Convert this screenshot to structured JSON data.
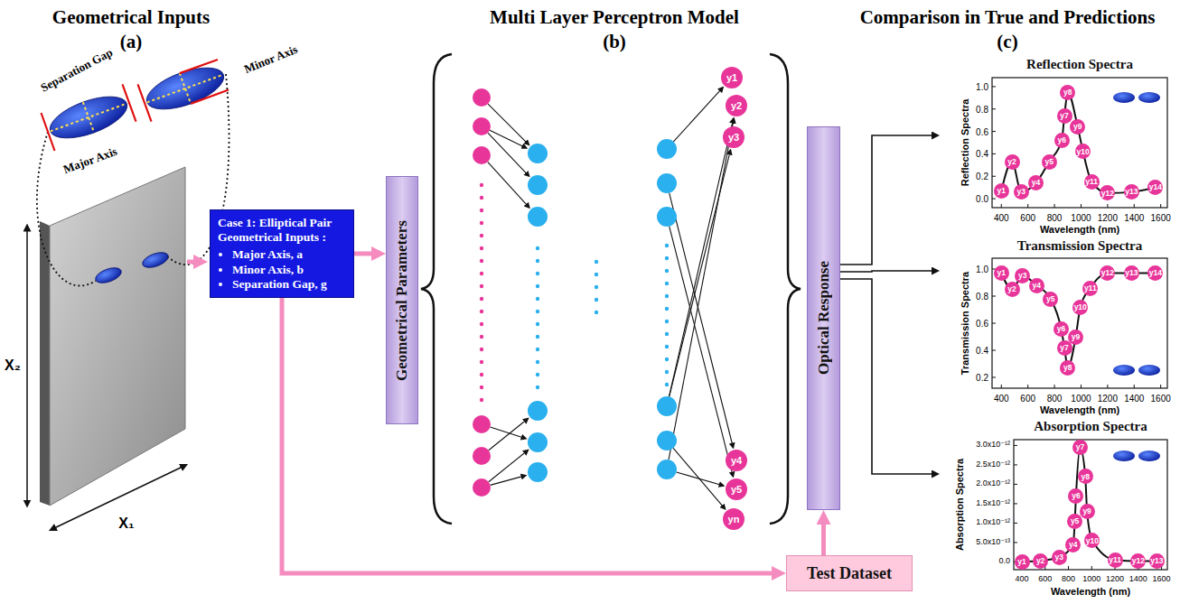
{
  "diagram": {
    "nodes": [
      {
        "text": [
          "Case 1: Elliptical Pair Geometrical Inputs :",
          "Major Axis, a",
          "Minor Axis, b",
          "Separation Gap, g"
        ]
      },
      {
        "text": [
          "Geometrical Parameters"
        ]
      },
      {
        "text": [
          "y1"
        ]
      },
      {
        "text": [
          "y2"
        ]
      },
      {
        "text": [
          "y3"
        ]
      },
      {
        "text": [
          "y4"
        ]
      },
      {
        "text": [
          "y5"
        ]
      },
      {
        "text": [
          "yn"
        ]
      },
      {
        "text": [
          "Optical Response"
        ]
      },
      {
        "text": [
          "Reflection Spectra"
        ]
      },
      {
        "text": [
          "y1"
        ],
        "in": 9
      },
      {
        "text": [
          "y2"
        ],
        "in": 9
      },
      {
        "text": [
          "y3"
        ],
        "in": 9
      },
      {
        "text": [
          "y4"
        ],
        "in": 9
      },
      {
        "text": [
          "y5"
        ],
        "in": 9
      },
      {
        "text": [
          "y6"
        ],
        "in": 9
      },
      {
        "text": [
          "y7"
        ],
        "in": 9
      },
      {
        "text": [
          "y8"
        ],
        "in": 9
      },
      {
        "text": [
          "y9"
        ],
        "in": 9
      },
      {
        "text": [
          "y10"
        ],
        "in": 9
      },
      {
        "text": [
          "y11"
        ],
        "in": 9
      },
      {
        "text": [
          "y12"
        ],
        "in": 9
      },
      {
        "text": [
          "y13"
        ],
        "in": 9
      },
      {
        "text": [
          "y14"
        ],
        "in": 9
      },
      {
        "text": [
          "Transmission Spectra"
        ]
      },
      {
        "text": [
          "y1"
        ],
        "in": 24
      },
      {
        "text": [
          "y2"
        ],
        "in": 24
      },
      {
        "text": [
          "y3"
        ],
        "in": 24
      },
      {
        "text": [
          "y4"
        ],
        "in": 24
      },
      {
        "text": [
          "y5"
        ],
        "in": 24
      },
      {
        "text": [
          "y6"
        ],
        "in": 24
      },
      {
        "text": [
          "y7"
        ],
        "in": 24
      },
      {
        "text": [
          "y8"
        ],
        "in": 24
      },
      {
        "text": [
          "y9"
        ],
        "in": 24
      },
      {
        "text": [
          "y10"
        ],
        "in": 24
      },
      {
        "text": [
          "y11"
        ],
        "in": 24
      },
      {
        "text": [
          "y12"
        ],
        "in": 24
      },
      {
        "text": [
          "y13"
        ],
        "in": 24
      },
      {
        "text": [
          "y14"
        ],
        "in": 24
      },
      {
        "text": [
          "Absorption Spectra"
        ]
      },
      {
        "text": [
          "y1"
        ],
        "in": 39
      },
      {
        "text": [
          "y2"
        ],
        "in": 39
      },
      {
        "text": [
          "y3"
        ],
        "in": 39
      },
      {
        "text": [
          "y4"
        ],
        "in": 39
      },
      {
        "text": [
          "y5"
        ],
        "in": 39
      },
      {
        "text": [
          "y6"
        ],
        "in": 39
      },
      {
        "text": [
          "y7"
        ],
        "in": 39
      },
      {
        "text": [
          "y8"
        ],
        "in": 39
      },
      {
        "text": [
          "y9"
        ],
        "in": 39
      },
      {
        "text": [
          "y10"
        ],
        "in": 39
      },
      {
        "text": [
          "y11"
        ],
        "in": 39
      },
      {
        "text": [
          "y12"
        ],
        "in": 39
      },
      {
        "text": [
          "y13"
        ],
        "in": 39
      },
      {
        "text": [
          "Test Dataset"
        ]
      }
    ],
    "edges": [
      {
        "from": 0,
        "to": 1,
        "arrow": "to"
      },
      {
        "from": 0,
        "to": 53,
        "arrow": "to"
      },
      {
        "from": 53,
        "to": 8,
        "arrow": "to"
      },
      {
        "from": 8,
        "to": 9,
        "arrow": "to"
      },
      {
        "from": 8,
        "to": 24,
        "arrow": "to"
      },
      {
        "from": 8,
        "to": 39,
        "arrow": "to"
      }
    ],
    "labels": [
      "Geometrical Inputs",
      "(a)",
      "Multi Layer Perceptron Model",
      "(b)",
      "Comparison in True and Predictions",
      "(c)",
      "Separation Gap",
      "Minor Axis",
      "Major Axis",
      "X₂",
      "X₁",
      "Reflection Spectra",
      "Wavelength (nm)",
      "400",
      "600",
      "800",
      "1000",
      "1200",
      "1400",
      "1600",
      "0.0",
      "0.2",
      "0.4",
      "0.6",
      "0.8",
      "1.0",
      "Transmission Spectra",
      "Wavelength (nm)",
      "400",
      "600",
      "800",
      "1000",
      "1200",
      "1400",
      "1600",
      "0.2",
      "0.4",
      "0.6",
      "0.8",
      "1.0",
      "Absorption Spectra",
      "Wavelength (nm)",
      "400",
      "600",
      "800",
      "1000",
      "1200",
      "1400",
      "1600",
      "0.0",
      "5.0x10⁻¹³",
      "1.0x10⁻¹²",
      "1.5x10⁻¹²",
      "2.0x10⁻¹²",
      "2.5x10⁻¹²",
      "3.0x10⁻¹²"
    ]
  }
}
